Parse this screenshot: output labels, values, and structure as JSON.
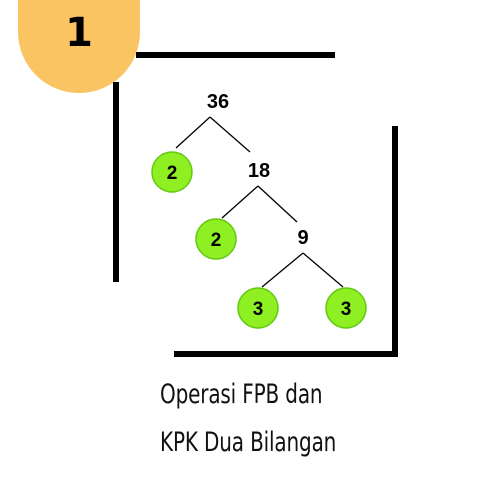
{
  "badge": {
    "number": "1",
    "color": "#fbc463"
  },
  "tree": {
    "node_fill": "#8ef022",
    "node_stroke": "#63c812",
    "root": "36",
    "composites": [
      "18",
      "9"
    ],
    "factors": [
      "2",
      "2",
      "3",
      "3"
    ]
  },
  "caption": {
    "line1": "Operasi FPB dan",
    "line2": "KPK Dua Bilangan"
  }
}
